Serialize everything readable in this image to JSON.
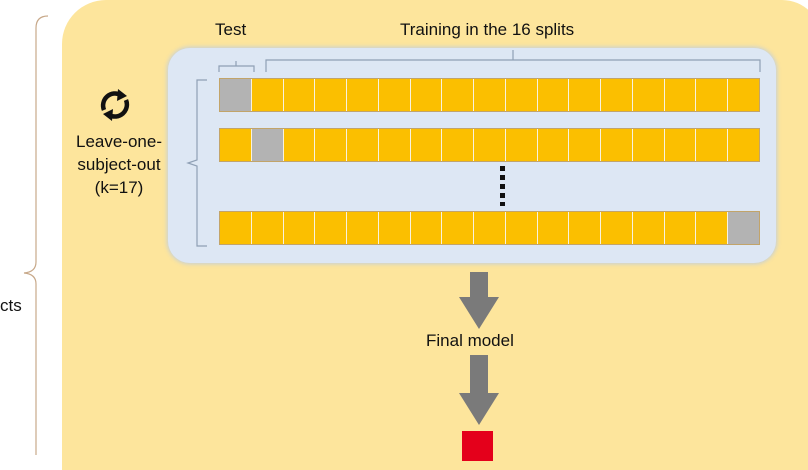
{
  "labels": {
    "test": "Test",
    "training": "Training in the 16 splits",
    "loso_line1": "Leave-one-",
    "loso_line2": "subject-out",
    "loso_line3": "(k=17)",
    "final_model": "Final model",
    "left_cut": "cts"
  },
  "folds": {
    "cells_per_row": 17,
    "rows_shown": [
      {
        "test_index": 0
      },
      {
        "test_index": 1
      },
      {
        "test_index": 16
      }
    ]
  },
  "icons": {
    "cycle": "refresh-cycle-icon",
    "arrow": "down-arrow-icon"
  },
  "colors": {
    "outer_panel": "#fde59c",
    "cv_panel": "#dde7f4",
    "train_cell": "#fbbf00",
    "test_cell": "#b3b3b3",
    "final_output": "#e4001b",
    "arrow": "#7a7a7a"
  }
}
